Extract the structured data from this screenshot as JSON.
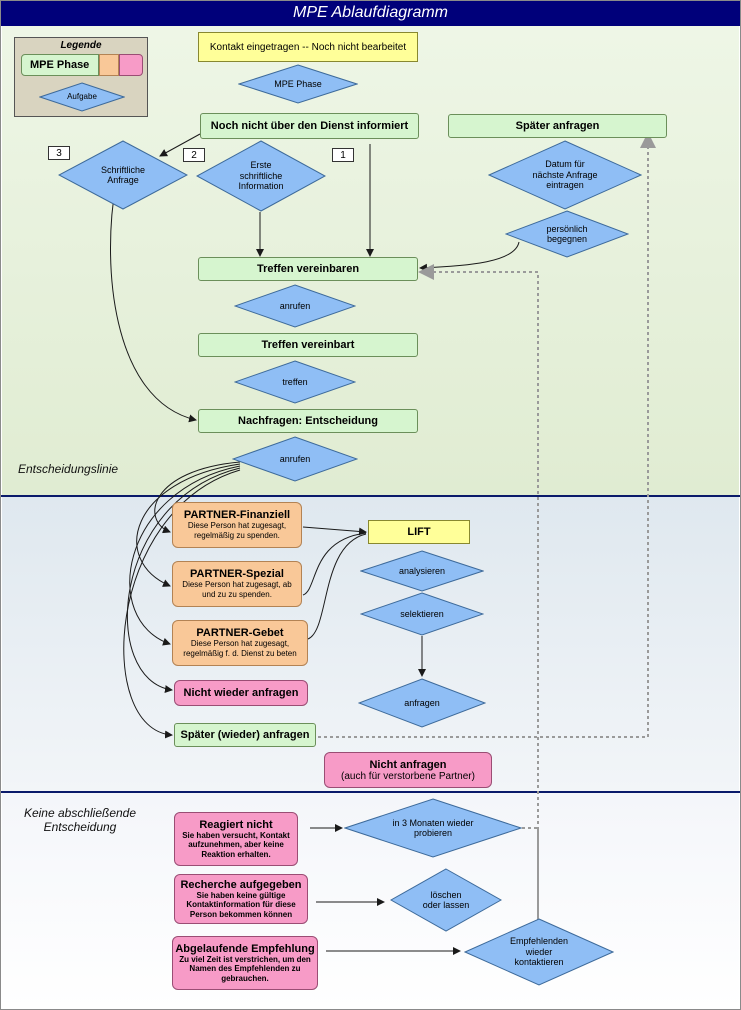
{
  "title": "MPE Ablaufdiagramm",
  "legend": {
    "title": "Legende",
    "phase": "MPE Phase",
    "task": "Aufgabe"
  },
  "zones": {
    "decision_line": "Entscheidungslinie",
    "no_final": "Keine abschließende\nEntscheidung"
  },
  "nodes": {
    "kontakt": "Kontakt eingetragen  -- Noch nicht bearbeitet",
    "mpe_phase": "MPE Phase",
    "noch_nicht": "Noch nicht über den Dienst informiert",
    "spaeter": "Später anfragen",
    "schriftlich": "Schriftliche\nAnfrage",
    "erste_info": "Erste\nschriftliche\nInformation",
    "datum": "Datum  für\nnächste Anfrage\neintragen",
    "persoenlich": "persönlich\nbegegnen",
    "treffen_vereinbaren": "Treffen vereinbaren",
    "anrufen1": "anrufen",
    "treffen_vereinbart": "Treffen vereinbart",
    "treffen": "treffen",
    "nachfragen": "Nachfragen: Entscheidung",
    "anrufen2": "anrufen",
    "partner_fin_title": "PARTNER-Finanziell",
    "partner_fin_desc": "Diese Person hat zugesagt, regelmäßig zu spenden.",
    "partner_spez_title": "PARTNER-Spezial",
    "partner_spez_desc": "Diese Person hat zugesagt, ab und zu zu spenden.",
    "partner_geb_title": "PARTNER-Gebet",
    "partner_geb_desc": "Diese Person hat zugesagt, regelmäßig f. d. Dienst zu beten",
    "lift": "LIFT",
    "analysieren": "analysieren",
    "selektieren": "selektieren",
    "anfragen": "anfragen",
    "nicht_wieder": "Nicht wieder anfragen",
    "spaeter_wieder": "Später (wieder) anfragen",
    "nicht_anfragen_title": "Nicht anfragen",
    "nicht_anfragen_desc": "(auch für verstorbene  Partner)",
    "reagiert_title": "Reagiert nicht",
    "reagiert_desc": "Sie haben versucht, Kontakt aufzunehmen, aber keine Reaktion erhalten.",
    "drei_monate": "in 3 Monaten wieder\nprobieren",
    "recherche_title": "Recherche aufgegeben",
    "recherche_desc": "Sie haben keine gültige Kontaktinformation für diese Person bekommen können",
    "loeschen": "löschen\noder lassen",
    "abl_title": "Abgelaufende Empfehlung",
    "abl_desc": "Zu viel Zeit ist verstrichen, um den Namen des Empfehlenden zu gebrauchen.",
    "empfehlenden": "Empfehlenden\nwieder\nkontaktieren"
  },
  "numbers": {
    "n1": "1",
    "n2": "2",
    "n3": "3"
  },
  "colors": {
    "phase": "#d6f5cf",
    "task": "#8fbef5",
    "partner": "#f9c898",
    "negative": "#f79bc7",
    "lift": "#ffff99",
    "title_bar": "#00007a",
    "line": "#1a1a1a",
    "dotted": "#9a9a9a"
  }
}
